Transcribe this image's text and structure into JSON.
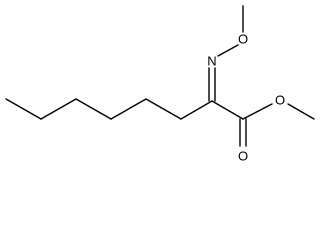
{
  "molecule": {
    "atoms": {
      "oxime_n": "N",
      "methoxy_o": "O",
      "ester_o": "O",
      "carbonyl_o": "O"
    }
  }
}
